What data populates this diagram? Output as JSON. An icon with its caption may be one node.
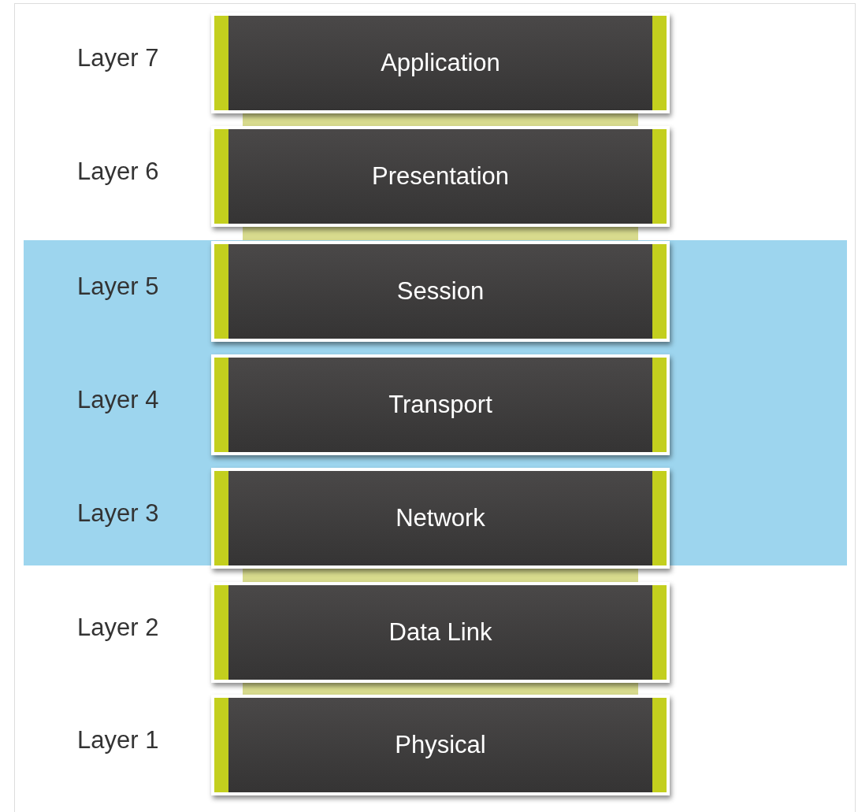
{
  "diagram": {
    "nodes": [
      {
        "text": [
          "Application"
        ],
        "beside": [
          "Layer 7"
        ]
      },
      {
        "text": [],
        "shape": "bar"
      },
      {
        "text": [
          "Presentation"
        ],
        "beside": [
          "Layer 6"
        ]
      },
      {
        "text": [],
        "shape": "bar"
      },
      {
        "text": [],
        "shape": "band"
      },
      {
        "text": [
          "Session"
        ],
        "beside": [
          "Layer 5"
        ],
        "in": 4
      },
      {
        "text": [
          "Transport"
        ],
        "beside": [
          "Layer 4"
        ],
        "in": 4
      },
      {
        "text": [
          "Network"
        ],
        "beside": [
          "Layer 3"
        ],
        "in": 4
      },
      {
        "text": [],
        "shape": "bar"
      },
      {
        "text": [
          "Data Link"
        ],
        "beside": [
          "Layer 2"
        ]
      },
      {
        "text": [],
        "shape": "bar"
      },
      {
        "text": [
          "Physical"
        ],
        "beside": [
          "Layer 1"
        ]
      }
    ],
    "edges": []
  }
}
